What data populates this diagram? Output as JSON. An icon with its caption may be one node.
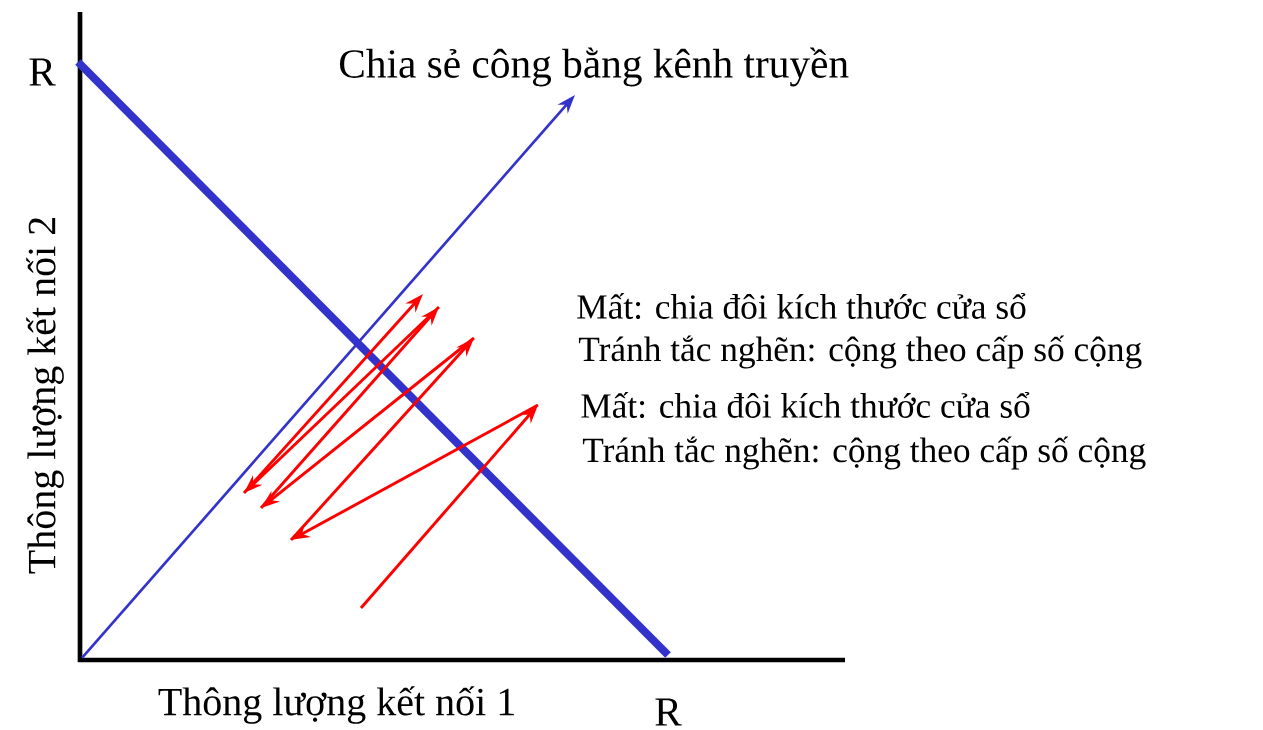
{
  "diagram": {
    "labels": [
      "R",
      "Chia sẻ công bằng kênh truyền",
      "Mất: chia đôi kích thước cửa sổ",
      "Tránh tắc nghẽn: cộng theo cấp số cộng",
      "Mất: chia đôi kích thước cửa sổ",
      "Tránh tắc nghẽn: cộng theo cấp số cộng",
      "Thông lượng kết nối 2",
      "Thông lượng kết nối 1",
      "R"
    ]
  }
}
